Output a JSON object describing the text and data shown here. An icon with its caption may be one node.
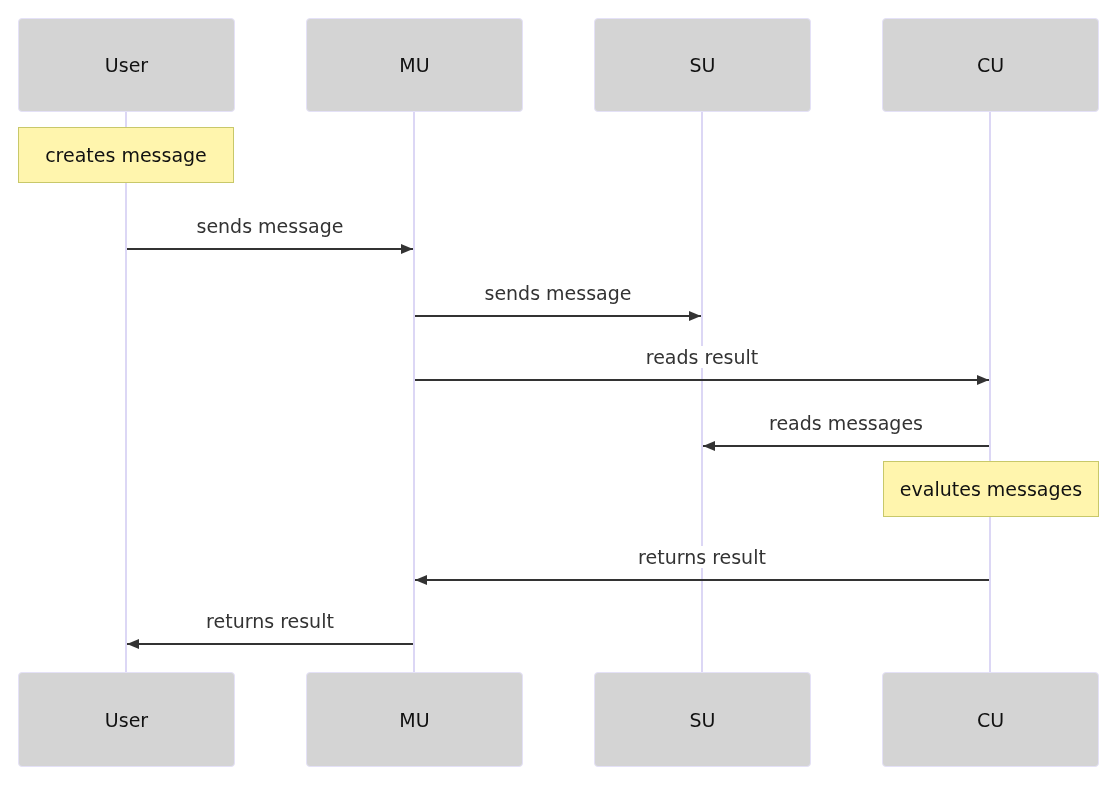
{
  "diagram": {
    "nodes": [
      {
        "text": [
          "User"
        ]
      },
      {
        "text": [
          "MU"
        ]
      },
      {
        "text": [
          "SU"
        ]
      },
      {
        "text": [
          "CU"
        ]
      },
      {
        "text": [],
        "shape": "bar"
      },
      {
        "text": [],
        "shape": "bar"
      },
      {
        "text": [],
        "shape": "bar"
      },
      {
        "text": [],
        "shape": "bar"
      },
      {
        "text": [],
        "shape": "bar"
      },
      {
        "text": [],
        "shape": "bar"
      },
      {
        "text": [
          "creates message"
        ]
      },
      {
        "text": [
          "evalutes messages"
        ]
      },
      {
        "text": [
          "User"
        ]
      },
      {
        "text": [
          "MU"
        ]
      },
      {
        "text": [
          "SU"
        ]
      },
      {
        "text": [
          "CU"
        ]
      }
    ],
    "edges": [
      {
        "from": 5,
        "to": 6,
        "label": "sends message",
        "arrow": "to"
      },
      {
        "from": 6,
        "to": 7,
        "label": "sends message",
        "arrow": "to"
      },
      {
        "from": 6,
        "to": 8,
        "label": "reads result",
        "arrow": "to"
      },
      {
        "from": 8,
        "to": 7,
        "label": "reads messages",
        "arrow": "to"
      },
      {
        "from": 9,
        "to": 6,
        "label": "returns result",
        "arrow": "to"
      },
      {
        "from": 6,
        "to": 5,
        "label": "returns result",
        "arrow": "to"
      }
    ]
  }
}
